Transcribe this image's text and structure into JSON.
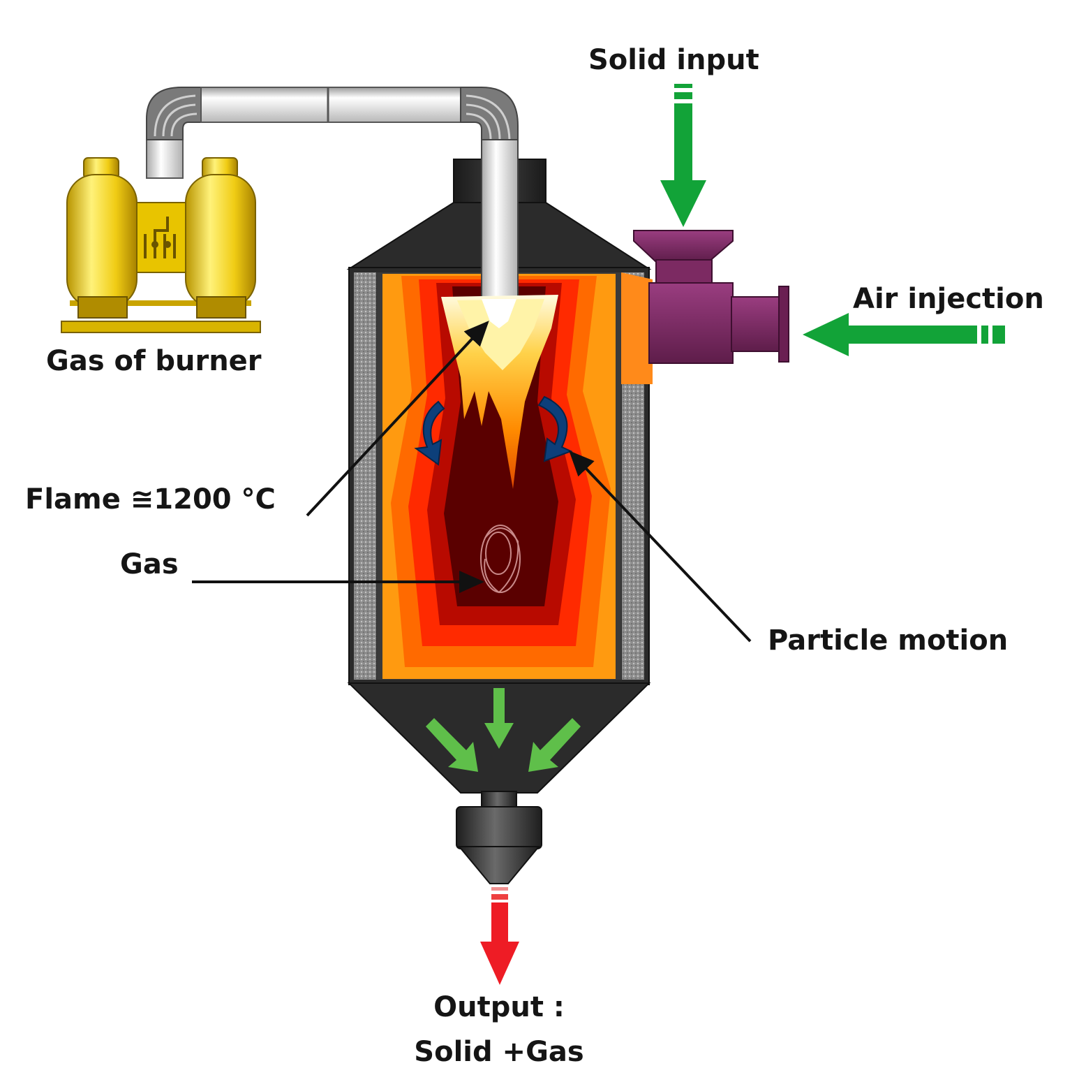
{
  "labels": {
    "solid_input": "Solid input",
    "air_injection": "Air injection",
    "gas_of_burner": "Gas of burner",
    "flame": "Flame ≅1200 °C",
    "gas": "Gas",
    "particle_motion": "Particle motion",
    "output_line1": "Output :",
    "output_line2": "Solid +Gas"
  },
  "colors": {
    "vessel": "#2b2b2b",
    "insulation": "#9a9a9a",
    "hot_outer": "#ff8a00",
    "hot_mid": "#ff2a00",
    "hot_core": "#5a0000",
    "flame": "#ffd24a",
    "tank": "#f0cc14",
    "pipe": "#e8e8e8",
    "feeder": "#7c2a62",
    "input_arrow": "#12a338",
    "flow_arrow": "#5fbf4a",
    "output_arrow": "#ee1c25",
    "swirl_arrow": "#0d3f7a"
  },
  "icons": [
    "gas-tank-icon",
    "burner-pipe",
    "feed-hopper-icon",
    "swirl-arrow-icon",
    "gas-bubble-icon",
    "flow-arrow-icon"
  ]
}
